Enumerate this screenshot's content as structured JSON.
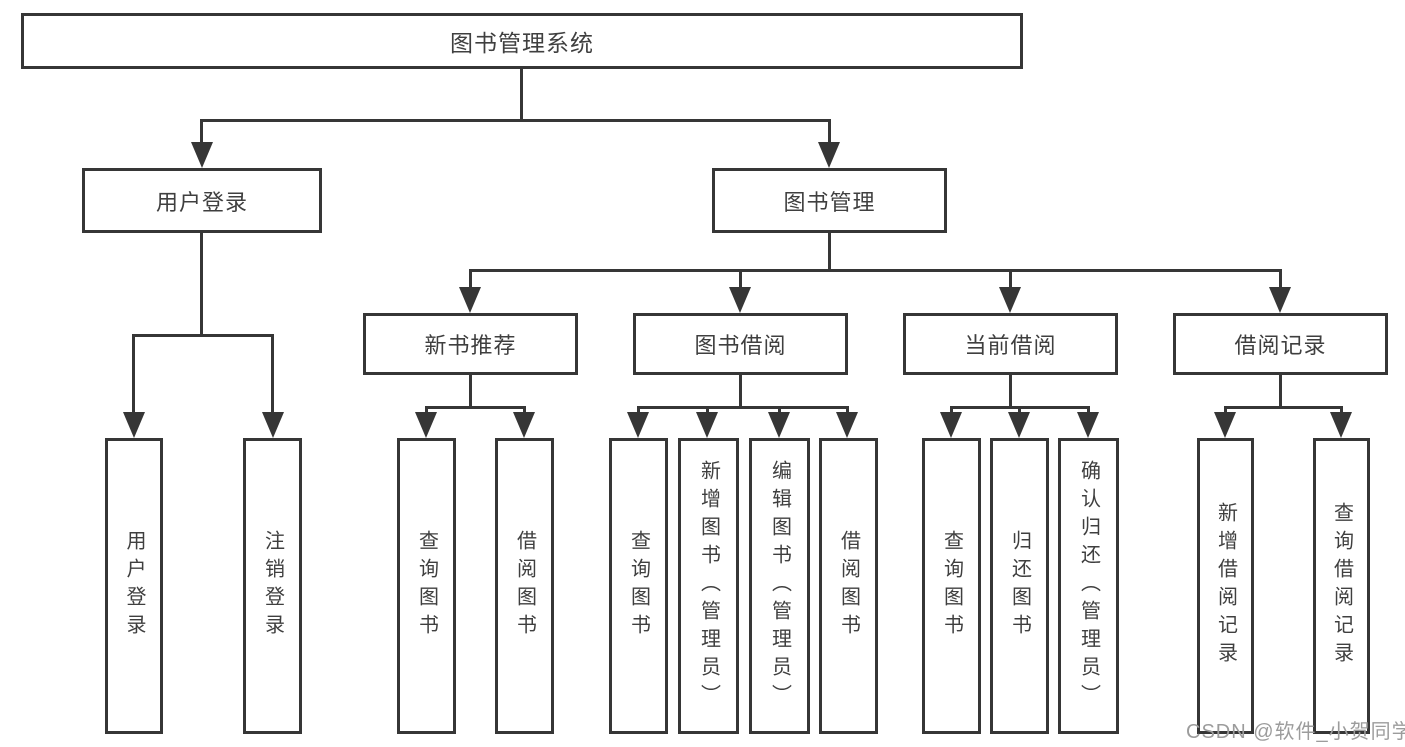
{
  "diagram": {
    "root_label": "图书管理系统",
    "level2": [
      {
        "label": "用户登录"
      },
      {
        "label": "图书管理"
      }
    ],
    "level3": [
      {
        "label": "新书推荐"
      },
      {
        "label": "图书借阅"
      },
      {
        "label": "当前借阅"
      },
      {
        "label": "借阅记录"
      }
    ],
    "leaves": {
      "login": [
        "用户登录",
        "注销登录"
      ],
      "new_book": [
        "查询图书",
        "借阅图书"
      ],
      "borrow": [
        "查询图书",
        "新增图书（管理员）",
        "编辑图书（管理员）",
        "借阅图书"
      ],
      "current": [
        "查询图书",
        "归还图书",
        "确认归还（管理员）"
      ],
      "record": [
        "新增借阅记录",
        "查询借阅记录"
      ]
    }
  },
  "watermark": "CSDN @软件_小贺同学",
  "colors": {
    "line": "#363636",
    "text": "#3f3f3f",
    "background": "#ffffff",
    "watermark": "#9c9c9c"
  }
}
